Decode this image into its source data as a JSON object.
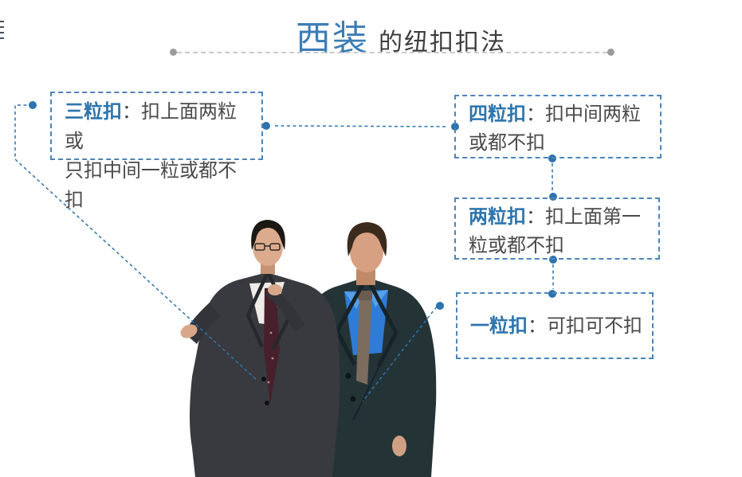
{
  "title": {
    "accent": "西装",
    "rest": "的纽扣扣法"
  },
  "boxes": [
    {
      "id": "three-button",
      "label": "三粒扣",
      "colon": "：",
      "desc": "扣上面两粒或\n只扣中间一粒或都不扣"
    },
    {
      "id": "four-button",
      "label": "四粒扣",
      "colon": "：",
      "desc": "扣中间两粒\n或都不扣"
    },
    {
      "id": "two-button",
      "label": "两粒扣",
      "colon": "：",
      "desc": "扣上面第一\n粒或都不扣"
    },
    {
      "id": "one-button",
      "label": "一粒扣",
      "colon": "：",
      "desc": "可扣可不扣"
    }
  ],
  "photo": {
    "alt": "两位穿西装的男士并肩行走"
  },
  "colors": {
    "title_blue": "#3d7db6",
    "accent_blue": "#2e75ad",
    "connector_blue": "#2e73ae",
    "box_border_blue": "#4d84ba",
    "body_text": "#4a4a4a",
    "divider_gray": "#c9c9c9",
    "divider_dot_gray": "#9b9b9b"
  }
}
